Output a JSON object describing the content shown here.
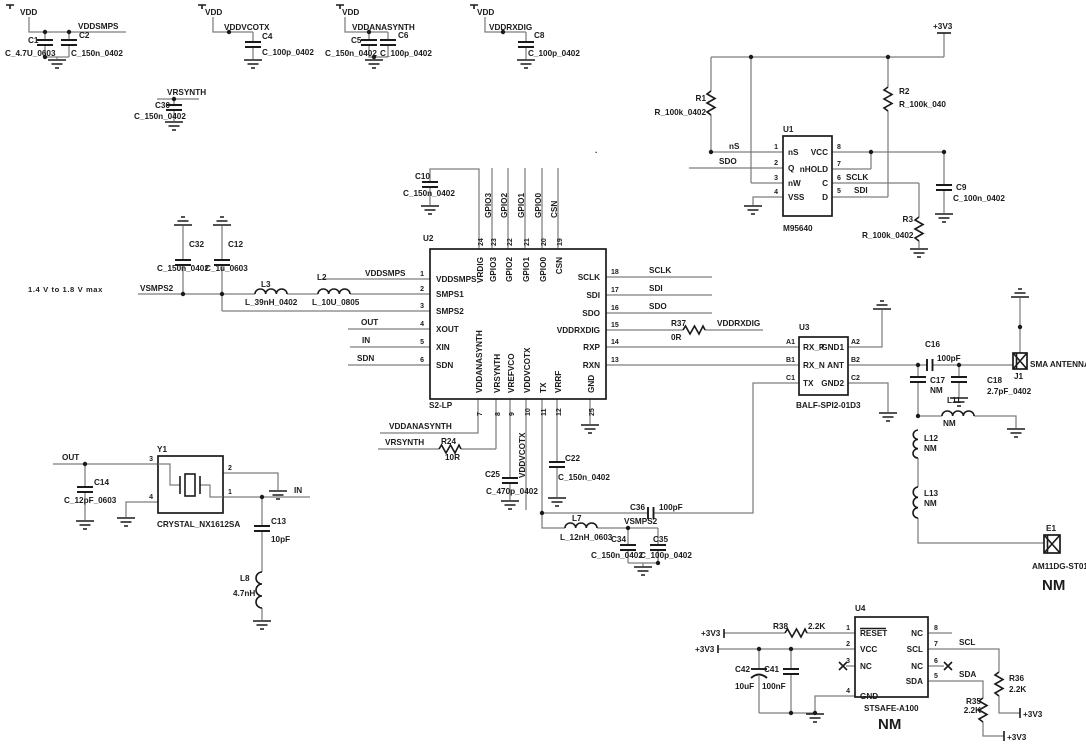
{
  "power": {
    "vdd": "VDD",
    "p3v3": "+3V3"
  },
  "nets": {
    "vddsmps": "VDDSMPS",
    "vddvcotx": "VDDVCOTX",
    "vddanasynth": "VDDANASYNTH",
    "vddrxdig": "VDDRXDIG",
    "vrsynth": "VRSYNTH",
    "vsmps2": "VSMPS2",
    "ns": "nS",
    "sdo": "SDO",
    "sclk": "SCLK",
    "sdi": "SDI",
    "out": "OUT",
    "in": "IN",
    "sdn": "SDN",
    "scl": "SCL",
    "sda": "SDA",
    "gpio3": "GPIO3",
    "gpio2": "GPIO2",
    "gpio1": "GPIO1",
    "gpio0": "GPIO0",
    "csn": "CSN"
  },
  "notes": {
    "smps_range": "1.4 V to 1.8 V max",
    "stray_dot": "."
  },
  "components": {
    "c1": {
      "ref": "C1",
      "value": "C_4.7U_0603"
    },
    "c2": {
      "ref": "C2",
      "value": "C_150n_0402"
    },
    "c4": {
      "ref": "C4",
      "value": "C_100p_0402"
    },
    "c5": {
      "ref": "C5",
      "value": "C_150n_0402"
    },
    "c6": {
      "ref": "C6",
      "value": "C_100p_0402"
    },
    "c8": {
      "ref": "C8",
      "value": "C_100p_0402"
    },
    "c30": {
      "ref": "C30",
      "value": "C_150n_0402"
    },
    "c9": {
      "ref": "C9",
      "value": "C_100n_0402"
    },
    "c10": {
      "ref": "C10",
      "value": "C_150n_0402"
    },
    "c32": {
      "ref": "C32",
      "value": "C_150n_0402"
    },
    "c12": {
      "ref": "C12",
      "value": "C_1u_0603"
    },
    "c14": {
      "ref": "C14",
      "value": "C_12pF_0603"
    },
    "c13": {
      "ref": "C13",
      "value": "10pF"
    },
    "c25": {
      "ref": "C25",
      "value": "C_470p_0402"
    },
    "c22": {
      "ref": "C22",
      "value": "C_150n_0402"
    },
    "c36": {
      "ref": "C36",
      "value": "100pF"
    },
    "c34": {
      "ref": "C34",
      "value": "C_150n_0402"
    },
    "c35": {
      "ref": "C35",
      "value": "C_100p_0402"
    },
    "c16": {
      "ref": "C16",
      "value": "100pF"
    },
    "c17": {
      "ref": "C17",
      "value": "NM"
    },
    "c18": {
      "ref": "C18",
      "value": "2.7pF_0402"
    },
    "c42": {
      "ref": "C42",
      "value": "10uF"
    },
    "c41": {
      "ref": "C41",
      "value": "100nF"
    },
    "r1": {
      "ref": "R1",
      "value": "R_100k_0402"
    },
    "r2": {
      "ref": "R2",
      "value": "R_100k_040"
    },
    "r3": {
      "ref": "R3",
      "value": "R_100k_0402"
    },
    "r24": {
      "ref": "R24",
      "value": "10R"
    },
    "r37": {
      "ref": "R37",
      "value": "0R"
    },
    "r38": {
      "ref": "R38",
      "value": "2.2K"
    },
    "r36": {
      "ref": "R36",
      "value": "2.2K"
    },
    "r35": {
      "ref": "R35",
      "value": "2.2K"
    },
    "l3": {
      "ref": "L3",
      "value": "L_39nH_0402"
    },
    "l2": {
      "ref": "L2",
      "value": "L_10U_0805"
    },
    "l7": {
      "ref": "L7",
      "value": "L_12nH_0603"
    },
    "l8": {
      "ref": "L8",
      "value": "4.7nH"
    },
    "l11": {
      "ref": "L11",
      "value": "NM"
    },
    "l12": {
      "ref": "L12",
      "value": "NM"
    },
    "l13": {
      "ref": "L13",
      "value": "NM"
    },
    "y1": {
      "ref": "Y1",
      "part": "CRYSTAL_NX1612SA"
    },
    "j1": {
      "ref": "J1",
      "label": "SMA ANTENNA"
    },
    "e1": {
      "ref": "E1",
      "part": "AM11DG-ST01",
      "fit": "NM"
    }
  },
  "ics": {
    "u1": {
      "ref": "U1",
      "part": "M95640",
      "pins_left": [
        {
          "num": "1",
          "name": "nS"
        },
        {
          "num": "2",
          "name": "Q"
        },
        {
          "num": "3",
          "name": "nW"
        },
        {
          "num": "4",
          "name": "VSS"
        }
      ],
      "pins_right": [
        {
          "num": "8",
          "name": "VCC"
        },
        {
          "num": "7",
          "name": "nHOLD"
        },
        {
          "num": "6",
          "name": "C"
        },
        {
          "num": "5",
          "name": "D"
        }
      ]
    },
    "u2": {
      "ref": "U2",
      "part": "S2-LP",
      "pins_left": [
        {
          "num": "1",
          "name": "VDDSMPS"
        },
        {
          "num": "2",
          "name": "SMPS1"
        },
        {
          "num": "3",
          "name": "SMPS2"
        },
        {
          "num": "4",
          "name": "XOUT"
        },
        {
          "num": "5",
          "name": "XIN"
        },
        {
          "num": "6",
          "name": "SDN"
        }
      ],
      "pins_right": [
        {
          "num": "18",
          "name": "SCLK"
        },
        {
          "num": "17",
          "name": "SDI"
        },
        {
          "num": "16",
          "name": "SDO"
        },
        {
          "num": "15",
          "name": "VDDRXDIG"
        },
        {
          "num": "14",
          "name": "RXP"
        },
        {
          "num": "13",
          "name": "RXN"
        }
      ],
      "pins_top": [
        {
          "num": "24",
          "name": "VRDIG"
        },
        {
          "num": "23",
          "name": "GPIO3"
        },
        {
          "num": "22",
          "name": "GPIO2"
        },
        {
          "num": "21",
          "name": "GPIO1"
        },
        {
          "num": "20",
          "name": "GPIO0"
        },
        {
          "num": "19",
          "name": "CSN"
        }
      ],
      "pins_bottom": [
        {
          "num": "7",
          "name": "VDDANASYNTH"
        },
        {
          "num": "8",
          "name": "VRSYNTH"
        },
        {
          "num": "9",
          "name": "VREFVCO"
        },
        {
          "num": "10",
          "name": "VDDVCOTX"
        },
        {
          "num": "11",
          "name": "TX"
        },
        {
          "num": "12",
          "name": "VRRF"
        },
        {
          "num": "25",
          "name": "GND"
        }
      ]
    },
    "u3": {
      "ref": "U3",
      "part": "BALF-SPI2-01D3",
      "pins_left": [
        {
          "num": "A1",
          "name": "RX_P"
        },
        {
          "num": "B1",
          "name": "RX_N"
        },
        {
          "num": "C1",
          "name": "TX"
        }
      ],
      "pins_right": [
        {
          "num": "A2",
          "name": "GND1"
        },
        {
          "num": "B2",
          "name": "ANT"
        },
        {
          "num": "C2",
          "name": "GND2"
        }
      ]
    },
    "u4": {
      "ref": "U4",
      "part": "STSAFE-A100",
      "fit": "NM",
      "pins_left": [
        {
          "num": "1",
          "name": "RESET"
        },
        {
          "num": "2",
          "name": "VCC"
        },
        {
          "num": "3",
          "name": "NC"
        },
        {
          "num": "4",
          "name": "GND"
        }
      ],
      "pins_right": [
        {
          "num": "8",
          "name": "NC"
        },
        {
          "num": "7",
          "name": "SCL"
        },
        {
          "num": "6",
          "name": "NC"
        },
        {
          "num": "5",
          "name": "SDA"
        }
      ]
    }
  }
}
